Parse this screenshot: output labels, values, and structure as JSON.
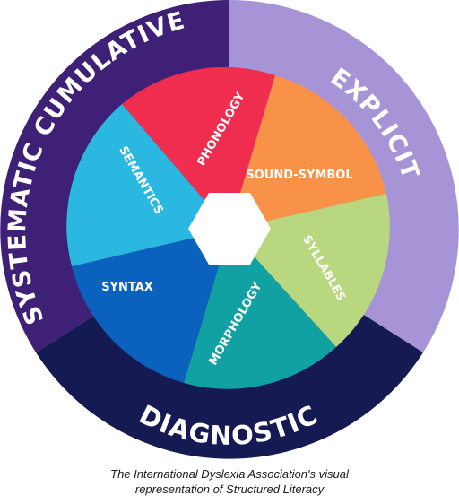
{
  "ring": [
    {
      "label": "SYSTEMATIC CUMULATIVE",
      "color": "#3e2076"
    },
    {
      "label": "EXPLICIT",
      "color": "#a694d6"
    },
    {
      "label": "DIAGNOSTIC",
      "color": "#161a52"
    }
  ],
  "segments": [
    {
      "label": "PHONOLOGY",
      "color": "#ef2d4e"
    },
    {
      "label": "SOUND-SYMBOL",
      "color": "#f79248"
    },
    {
      "label": "SYLLABLES",
      "color": "#b8d77f"
    },
    {
      "label": "MORPHOLOGY",
      "color": "#12a1a2"
    },
    {
      "label": "SYNTAX",
      "color": "#0a61be"
    },
    {
      "label": "SEMANTICS",
      "color": "#2ab8e0"
    }
  ],
  "caption": {
    "line1": "The International Dyslexia Association's visual",
    "line2": "representation of Structured Literacy"
  }
}
